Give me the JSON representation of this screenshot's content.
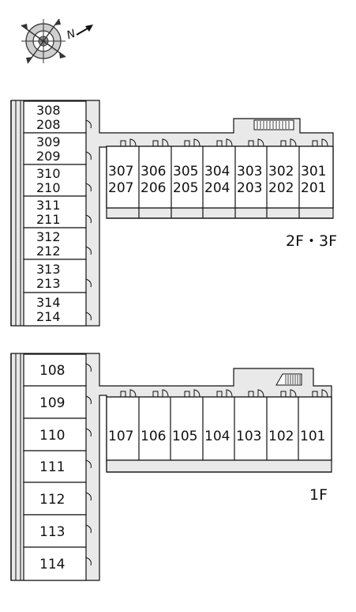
{
  "compass": {
    "icon": "compass-icon",
    "north_label": "N"
  },
  "upper": {
    "floor_label": "2F・3F",
    "west_units": [
      [
        "308",
        "208"
      ],
      [
        "309",
        "209"
      ],
      [
        "310",
        "210"
      ],
      [
        "311",
        "211"
      ],
      [
        "312",
        "212"
      ],
      [
        "313",
        "213"
      ],
      [
        "314",
        "214"
      ]
    ],
    "east_units": [
      [
        "307",
        "207"
      ],
      [
        "306",
        "206"
      ],
      [
        "305",
        "205"
      ],
      [
        "304",
        "204"
      ],
      [
        "303",
        "203"
      ],
      [
        "302",
        "202"
      ],
      [
        "301",
        "201"
      ]
    ]
  },
  "lower": {
    "floor_label": "1F",
    "west_units": [
      "108",
      "109",
      "110",
      "111",
      "112",
      "113",
      "114"
    ],
    "east_units": [
      "107",
      "106",
      "105",
      "104",
      "103",
      "102",
      "101"
    ]
  },
  "colors": {
    "corridor": "#e9e9e9",
    "line": "#111111",
    "background": "#ffffff"
  }
}
